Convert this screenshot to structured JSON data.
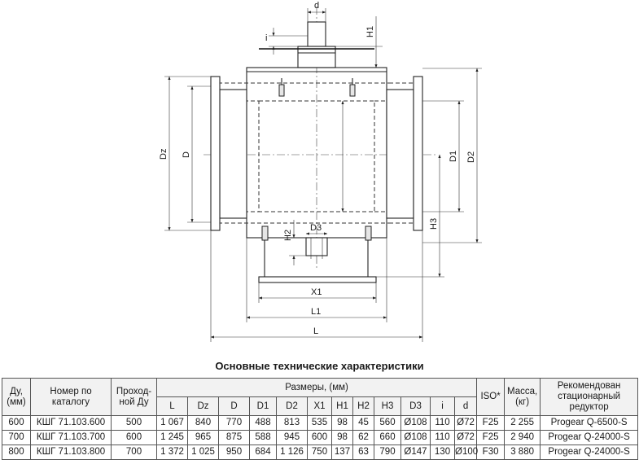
{
  "drawing": {
    "labels": {
      "d": "d",
      "i": "i",
      "H1": "H1",
      "Dz": "Dz",
      "D": "D",
      "D1": "D1",
      "D2": "D2",
      "H2": "H2",
      "D3": "D3",
      "H3": "H3",
      "X1": "X1",
      "L1": "L1",
      "L": "L"
    }
  },
  "table": {
    "title": "Основные технические характеристики",
    "headers": {
      "du": "Ду, (мм)",
      "catalog": "Номер по каталогу",
      "bore": "Проход-ной Ду",
      "dimensions": "Размеры, (мм)",
      "iso": "ISO*",
      "mass": "Масса, (кг)",
      "gear": "Рекомендован стационарный редуктор",
      "sub": [
        "L",
        "Dz",
        "D",
        "D1",
        "D2",
        "X1",
        "H1",
        "H2",
        "H3",
        "D3",
        "i",
        "d"
      ]
    },
    "rows": [
      {
        "du": "600",
        "catalog": "КШГ 71.103.600",
        "bore": "500",
        "dims": [
          "1 067",
          "840",
          "770",
          "488",
          "813",
          "535",
          "98",
          "45",
          "560",
          "Ø108",
          "110",
          "Ø72"
        ],
        "iso": "F25",
        "mass": "2 255",
        "gear": "Progear Q-6500-S"
      },
      {
        "du": "700",
        "catalog": "КШГ 71.103.700",
        "bore": "600",
        "dims": [
          "1 245",
          "965",
          "875",
          "588",
          "945",
          "600",
          "98",
          "62",
          "660",
          "Ø108",
          "110",
          "Ø72"
        ],
        "iso": "F25",
        "mass": "2 940",
        "gear": "Progear Q-24000-S"
      },
      {
        "du": "800",
        "catalog": "КШГ 71.103.800",
        "bore": "700",
        "dims": [
          "1 372",
          "1 025",
          "950",
          "684",
          "1 126",
          "750",
          "137",
          "63",
          "790",
          "Ø147",
          "130",
          "Ø100"
        ],
        "iso": "F30",
        "mass": "3 880",
        "gear": "Progear Q-24000-S"
      }
    ]
  }
}
